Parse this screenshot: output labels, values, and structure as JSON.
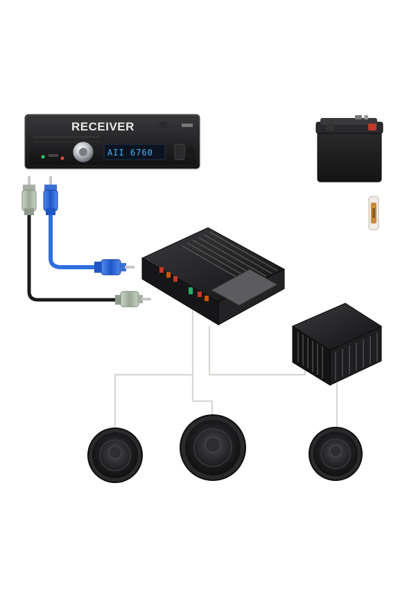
{
  "receiver": {
    "label": "RECEIVER",
    "display": "AII 6760"
  },
  "colors": {
    "chassis": "#1c1c1e",
    "rca_blue": "#2f6fe0",
    "rca_black": "#1a1a1a",
    "plug_grey": "#b6c4b2",
    "wire": "#d9d6d2",
    "battery_terminal": "#c0392b",
    "fuse_copper": "#c98a3a"
  },
  "components": [
    {
      "name": "receiver",
      "icon": "receiver-icon"
    },
    {
      "name": "battery",
      "icon": "battery-icon"
    },
    {
      "name": "inline-fuse",
      "icon": "fuse-icon"
    },
    {
      "name": "amplifier",
      "icon": "amplifier-icon"
    },
    {
      "name": "subwoofer-amplifier",
      "icon": "amplifier-icon"
    },
    {
      "name": "speaker-left",
      "icon": "speaker-icon"
    },
    {
      "name": "speaker-center",
      "icon": "speaker-icon"
    },
    {
      "name": "speaker-right",
      "icon": "speaker-icon"
    }
  ]
}
